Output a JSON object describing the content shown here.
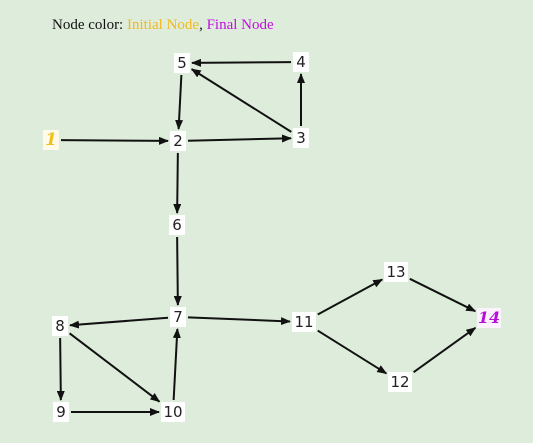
{
  "legend": {
    "prefix": "Node color: ",
    "initial_label": "Initial Node",
    "separator": ", ",
    "final_label": "Final Node",
    "initial_color": "#f2b81e",
    "final_color": "#c30fe0"
  },
  "graph": {
    "nodes": [
      {
        "id": "1",
        "label": "1",
        "kind": "initial"
      },
      {
        "id": "2",
        "label": "2",
        "kind": "normal"
      },
      {
        "id": "3",
        "label": "3",
        "kind": "normal"
      },
      {
        "id": "4",
        "label": "4",
        "kind": "normal"
      },
      {
        "id": "5",
        "label": "5",
        "kind": "normal"
      },
      {
        "id": "6",
        "label": "6",
        "kind": "normal"
      },
      {
        "id": "7",
        "label": "7",
        "kind": "normal"
      },
      {
        "id": "8",
        "label": "8",
        "kind": "normal"
      },
      {
        "id": "9",
        "label": "9",
        "kind": "normal"
      },
      {
        "id": "10",
        "label": "10",
        "kind": "normal"
      },
      {
        "id": "11",
        "label": "11",
        "kind": "normal"
      },
      {
        "id": "12",
        "label": "12",
        "kind": "normal"
      },
      {
        "id": "13",
        "label": "13",
        "kind": "normal"
      },
      {
        "id": "14",
        "label": "14",
        "kind": "final"
      }
    ],
    "edges": [
      {
        "from": "1",
        "to": "2"
      },
      {
        "from": "2",
        "to": "3"
      },
      {
        "from": "3",
        "to": "4"
      },
      {
        "from": "4",
        "to": "5"
      },
      {
        "from": "3",
        "to": "5"
      },
      {
        "from": "5",
        "to": "2"
      },
      {
        "from": "2",
        "to": "6"
      },
      {
        "from": "6",
        "to": "7"
      },
      {
        "from": "7",
        "to": "8"
      },
      {
        "from": "7",
        "to": "11"
      },
      {
        "from": "8",
        "to": "9"
      },
      {
        "from": "8",
        "to": "10"
      },
      {
        "from": "9",
        "to": "10"
      },
      {
        "from": "10",
        "to": "7"
      },
      {
        "from": "11",
        "to": "13"
      },
      {
        "from": "11",
        "to": "12"
      },
      {
        "from": "13",
        "to": "14"
      },
      {
        "from": "12",
        "to": "14"
      }
    ]
  }
}
